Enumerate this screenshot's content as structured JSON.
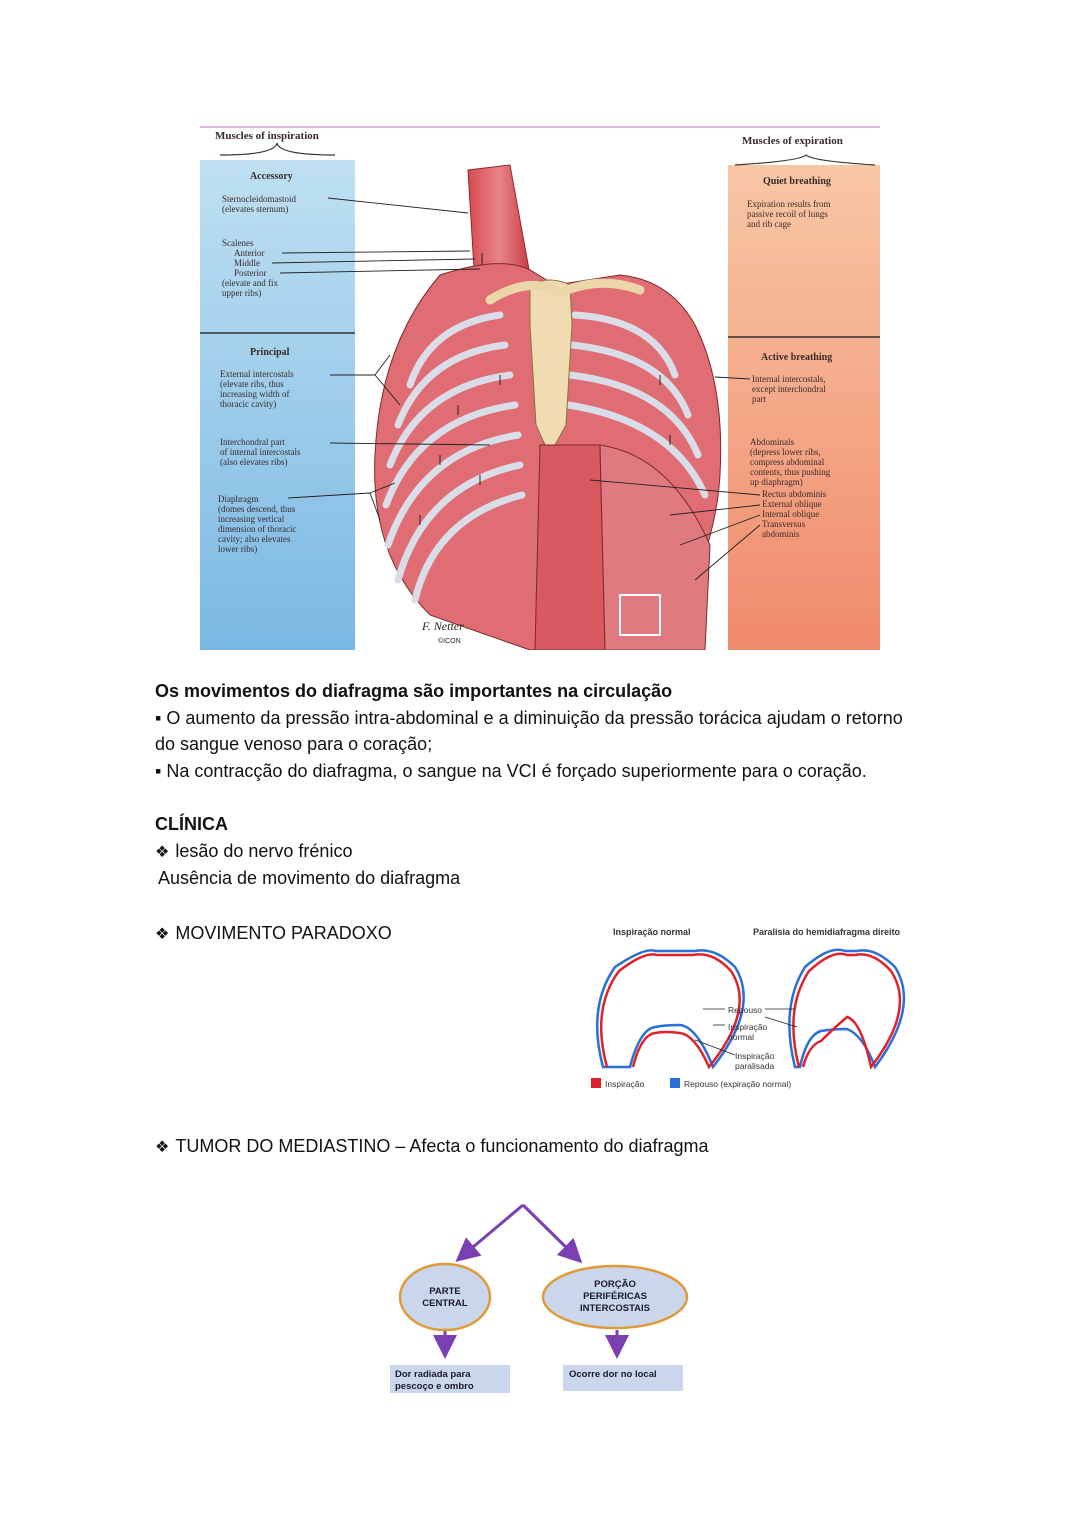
{
  "figure1": {
    "left_header": "Muscles of inspiration",
    "right_header": "Muscles of expiration",
    "accessory": {
      "title": "Accessory",
      "lines": [
        "Sternocleidomastoid",
        "(elevates sternum)",
        "Scalenes",
        "Anterior",
        "Middle",
        "Posterior",
        "(elevate and fix",
        "upper ribs)"
      ]
    },
    "principal": {
      "title": "Principal",
      "lines": [
        "External intercostals",
        "(elevate ribs, thus",
        "increasing width of",
        "thoracic cavity)",
        "Interchondral part",
        "of internal intercostals",
        "(also elevates ribs)",
        "Diaphragm",
        "(domes descend, thus",
        "increasing vertical",
        "dimension of thoracic",
        "cavity; also elevates",
        "lower ribs)"
      ]
    },
    "quiet": {
      "title": "Quiet breathing",
      "lines": [
        "Expiration results from",
        "passive recoil of lungs",
        "and rib cage"
      ]
    },
    "active": {
      "title": "Active breathing",
      "lines": [
        "Internal intercostals,",
        "except interchondral",
        "part",
        "Abdominals",
        "(depress lower ribs,",
        "compress abdominal",
        "contents, thus pushing",
        "up diaphragm)",
        "Rectus abdominis",
        "External oblique",
        "Internal oblique",
        "Transversus",
        "abdominis"
      ]
    },
    "signature": "F. Netter",
    "signature_mark": "©ICON"
  },
  "circulation": {
    "heading": "Os movimentos do diafragma são importantes na circulação",
    "bullet1_line1": "▪ O aumento da pressão intra-abdominal e a diminuição da pressão torácica ajudam o retorno",
    "bullet1_line2": "do sangue venoso para o coração;",
    "bullet2": "▪ Na contracção do diafragma, o sangue na VCI é forçado superiormente para o coração."
  },
  "clinica": {
    "heading": "CLÍNICA",
    "item1": "lesão do nervo frénico",
    "item1_sub": "Ausência de movimento do diafragma",
    "item2": "MOVIMENTO PARADOXO",
    "item3": "TUMOR DO MEDIASTINO – Afecta o funcionamento do diafragma"
  },
  "figure2": {
    "title_left": "Inspiração normal",
    "title_right": "Paralisia do hemidiafragma direito",
    "label_rest": "Repouso",
    "label_insp_normal_1": "Inspiração",
    "label_insp_normal_2": "normal",
    "label_insp_par_1": "Inspiração",
    "label_insp_par_2": "paralisada",
    "legend_red": "Inspiração",
    "legend_blue": "Repouso (expiração normal)",
    "colors": {
      "red": "#e0202a",
      "blue": "#2a6fd6"
    }
  },
  "flow": {
    "node_left_1": "PARTE",
    "node_left_2": "CENTRAL",
    "node_right_1": "PORÇÃO",
    "node_right_2": "PERIFÉRICAS",
    "node_right_3": "INTERCOSTAIS",
    "box_left_1": "Dor radiada para",
    "box_left_2": "pescoço e ombro",
    "box_right": "Ocorre dor no local",
    "colors": {
      "arrow": "#7a3fb0",
      "node_fill": "#c9d6ec",
      "node_stroke": "#e09a3a",
      "box_fill": "#c9d6ec"
    }
  }
}
